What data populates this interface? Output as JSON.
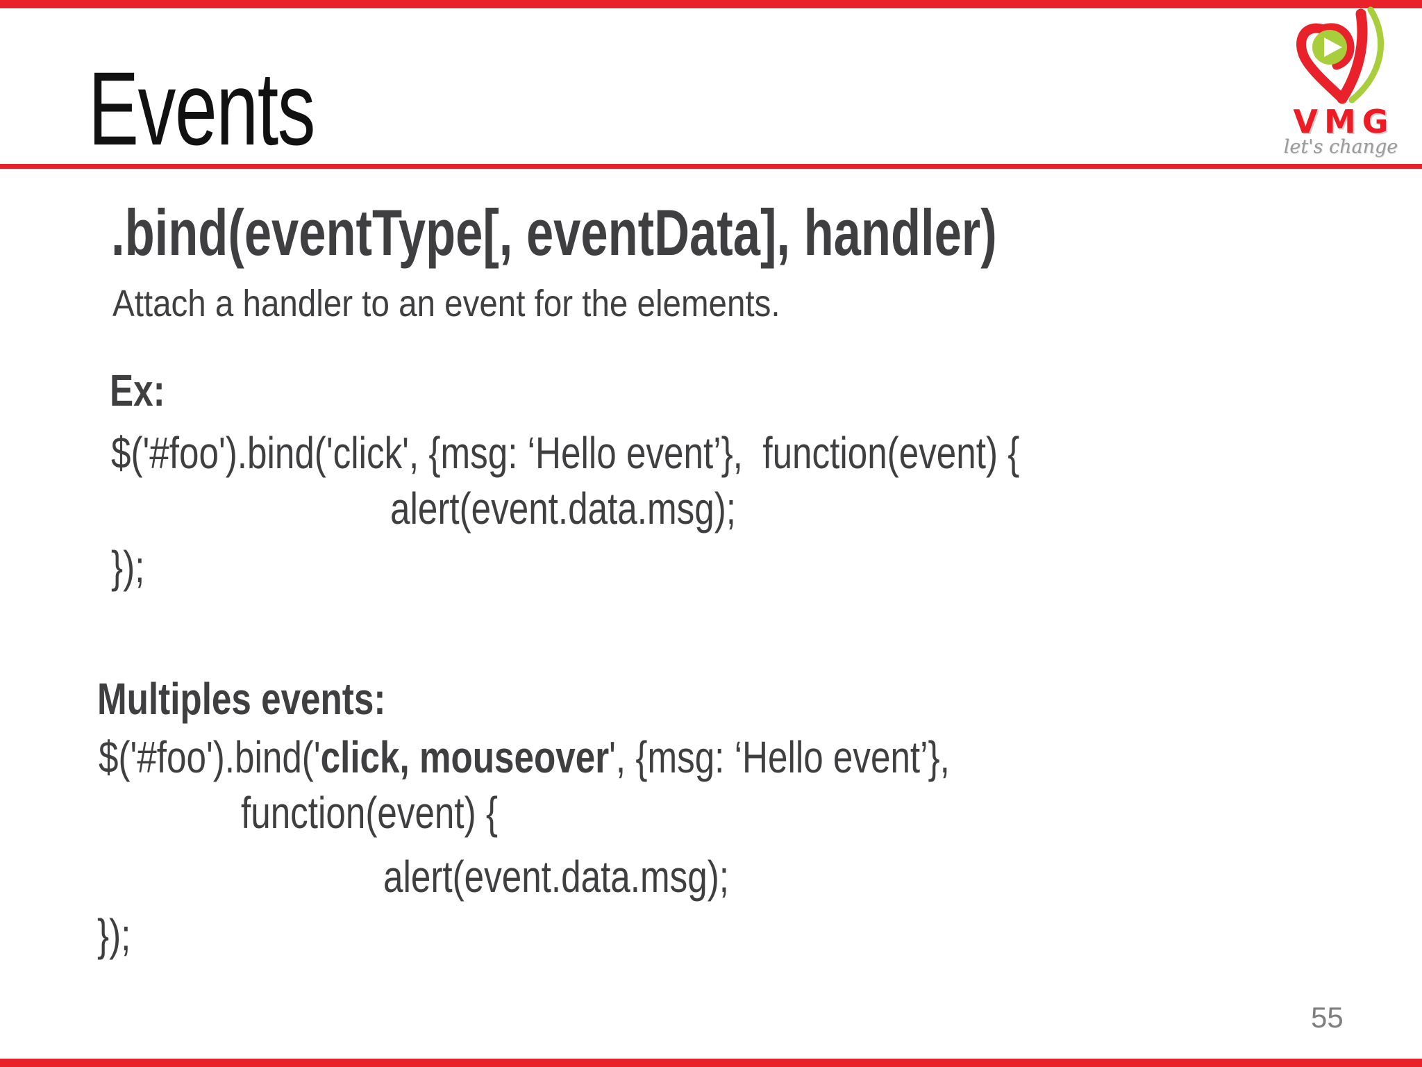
{
  "slide": {
    "title": "Events",
    "page_number": "55",
    "heading": ".bind(eventType[, eventData], handler)",
    "subtitle": "Attach a handler to an event for the elements.",
    "example1": {
      "label": "Ex:",
      "line1": "$('#foo').bind('click', {msg: ‘Hello event’},  function(event) {",
      "line2": "alert(event.data.msg);",
      "line3": "});"
    },
    "example2": {
      "label": "Multiples events:",
      "line1_pre": "$('#foo').bind('",
      "line1_bold": "click, mouseover",
      "line1_post": "', {msg: ‘Hello event’},",
      "line2": "function(event) {",
      "line3": "alert(event.data.msg);",
      "line4": "});"
    },
    "logo": {
      "name": "VMG",
      "tagline": "let's change"
    },
    "colors": {
      "accent_red": "#e8212a",
      "text_dark": "#3f3f41",
      "logo_green": "#a9ce3b",
      "logo_red": "#ed1c24",
      "page_number_gray": "#7f7f7f"
    }
  }
}
